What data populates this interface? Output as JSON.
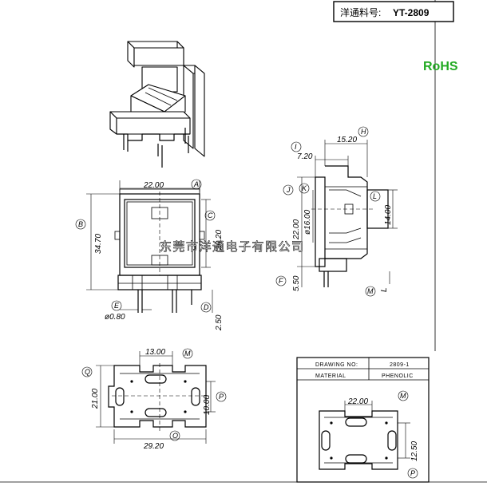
{
  "title_block": {
    "label": "洋通料号:",
    "part_no": "YT-2809"
  },
  "rohs": {
    "text": "RoHS",
    "color": "#22aa22"
  },
  "watermark": "东莞市洋通电子有限公司",
  "front_view": {
    "dims": {
      "top_width": "22.00",
      "height": "34.70",
      "inner_height": "20.20",
      "pin_dia": "ø0.80",
      "pin_len": "2.50"
    },
    "markers": {
      "A": "A",
      "B": "B",
      "C": "C",
      "D": "D",
      "E": "E"
    }
  },
  "side_view": {
    "dims": {
      "top1": "15.20",
      "top2": "7.20",
      "height": "22.00",
      "core_dia": "ø16.00",
      "right_h": "14.00",
      "pin_len": "5.50",
      "l_label": "L"
    },
    "markers": {
      "H": "H",
      "I": "I",
      "J": "J",
      "K": "K",
      "L": "L",
      "F": "F",
      "M": "M"
    }
  },
  "bottom_view": {
    "dims": {
      "top_width": "13.00",
      "left_height": "21.00",
      "right_height": "10.00",
      "bottom_width": "29.20"
    },
    "markers": {
      "M": "M",
      "Q": "Q",
      "P": "P",
      "O": "O"
    }
  },
  "pcb_view": {
    "dims": {
      "top_width": "22.00",
      "right_height": "12.50"
    },
    "markers": {
      "M": "M",
      "P": "P"
    }
  },
  "drawing_table": {
    "drawing_no_label": "DRAWING NO:",
    "drawing_no_value": "2809-1",
    "material_label": "MATERIAL",
    "material_value": "PHENOLIC"
  }
}
